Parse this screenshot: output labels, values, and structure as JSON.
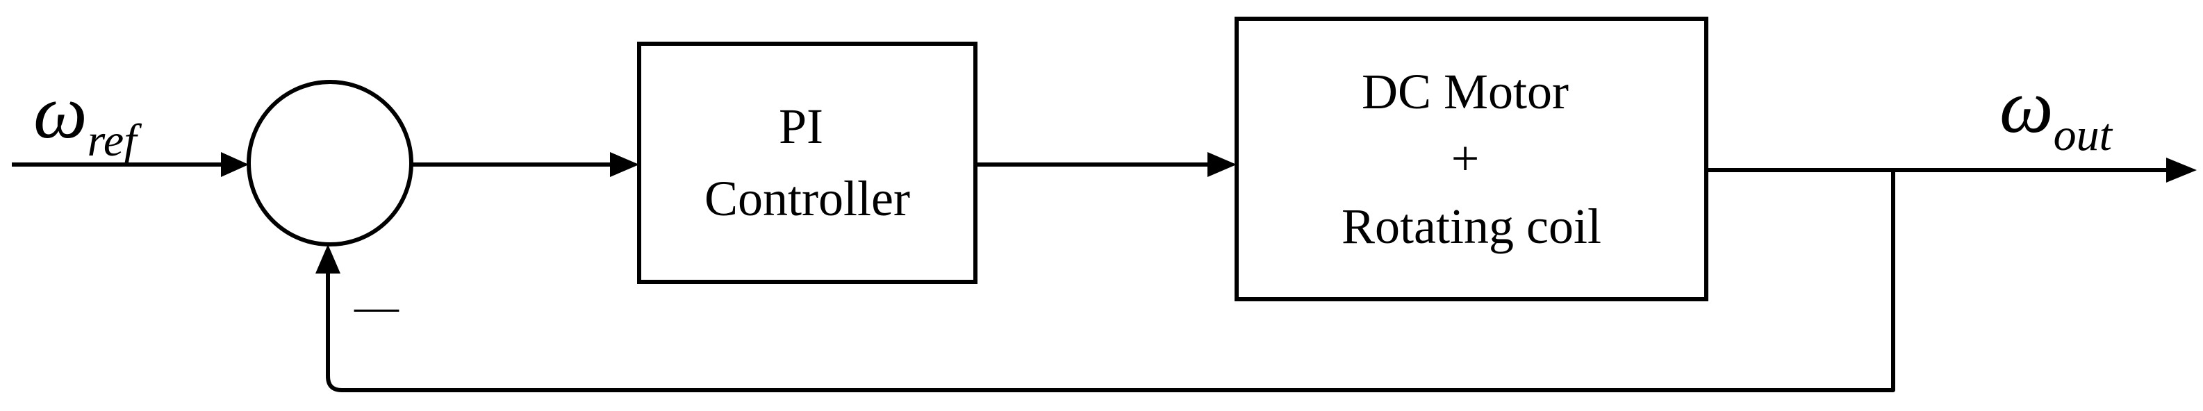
{
  "diagram": {
    "input": {
      "symbol": "ω",
      "subscript": "ref"
    },
    "output": {
      "symbol": "ω",
      "subscript": "out"
    },
    "summing_junction": {
      "feedback_sign": "—"
    },
    "blocks": [
      {
        "id": "pi",
        "lines": [
          "PI",
          "Controller"
        ]
      },
      {
        "id": "plant",
        "lines": [
          "DC Motor",
          "+",
          "Rotating coil"
        ]
      }
    ]
  }
}
